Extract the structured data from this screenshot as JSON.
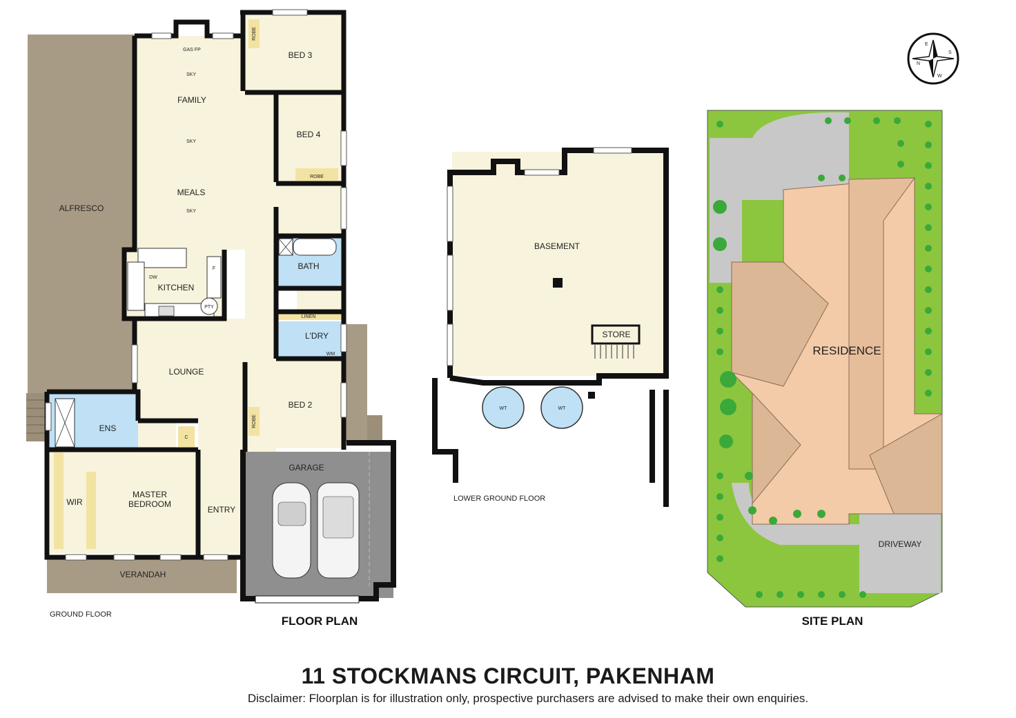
{
  "title": "11 STOCKMANS CIRCUIT, PAKENHAM",
  "disclaimer": "Disclaimer: Floorplan is for illustration only, prospective purchasers are advised to make their own enquiries.",
  "headings": {
    "floor_plan": "FLOOR PLAN",
    "site_plan": "SITE PLAN",
    "ground_floor": "GROUND FLOOR",
    "lower_ground_floor": "LOWER GROUND FLOOR"
  },
  "ground_floor_rooms": {
    "alfresco": "ALFRESCO",
    "gas_fp": "GAS FP",
    "sky": "SKY",
    "family": "FAMILY",
    "meals": "MEALS",
    "kitchen": "KITCHEN",
    "dw": "DW",
    "pty": "PTY",
    "f": "F",
    "lounge": "LOUNGE",
    "ens": "ENS",
    "c": "C",
    "wir": "WIR",
    "master_bedroom_line1": "MASTER",
    "master_bedroom_line2": "BEDROOM",
    "entry": "ENTRY",
    "verandah": "VERANDAH",
    "bed3": "BED 3",
    "bed4": "BED 4",
    "bed2": "BED 2",
    "robe": "ROBE",
    "bath": "BATH",
    "linen": "LINEN",
    "laundry": "L'DRY",
    "wm": "WM",
    "garage": "GARAGE"
  },
  "lower_ground_rooms": {
    "basement": "BASEMENT",
    "store": "STORE",
    "wt": "WT"
  },
  "site_plan": {
    "residence": "RESIDENCE",
    "driveway": "DRIVEWAY"
  },
  "compass": {
    "n": "N",
    "s": "S",
    "e": "E",
    "w": "W"
  },
  "colors": {
    "room_fill": "#f8f3dc",
    "wet_area_fill": "#bfe0f5",
    "alfresco_fill": "#a89b86",
    "garage_fill": "#8f8f8f",
    "robe_fill": "#f3e3a2",
    "wall": "#111111",
    "lawn": "#8cc63e",
    "paving": "#c8c8c8",
    "roof": "#f3cba8"
  }
}
